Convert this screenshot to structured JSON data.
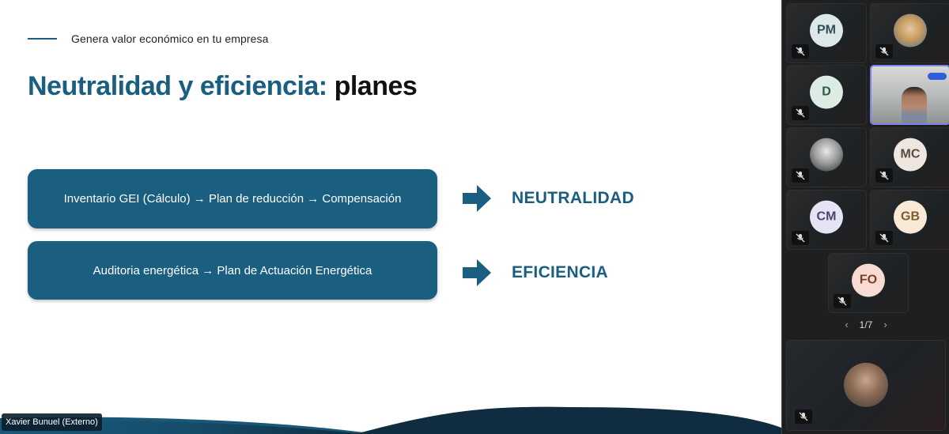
{
  "slide": {
    "kicker": "Genera valor económico en tu empresa",
    "title_accent": "Neutralidad y eficiencia:",
    "title_dark": "planes",
    "plans": [
      {
        "text": "Inventario GEI (Cálculo) → Plan de reducción → Compensación",
        "result": "NEUTRALIDAD"
      },
      {
        "text": "Auditoria energética → Plan de Actuación Energética",
        "result": "EFICIENCIA"
      }
    ],
    "colors": {
      "accent": "#1a5e80",
      "dark_wave": "#122f42",
      "text": "#111111"
    }
  },
  "speaker": {
    "name": "Xavier Bunuel (Externo)"
  },
  "gallery": {
    "participants": [
      {
        "initials": "PM",
        "type": "initials",
        "bg": "#dce8ea",
        "fg": "#2f4f55",
        "muted": true
      },
      {
        "initials": "",
        "type": "photo",
        "muted": true
      },
      {
        "initials": "D",
        "type": "initials",
        "bg": "#dcebe4",
        "fg": "#2e5744",
        "muted": true
      },
      {
        "initials": "",
        "type": "video",
        "muted": false,
        "active": true
      },
      {
        "initials": "",
        "type": "photo-bw",
        "muted": true
      },
      {
        "initials": "MC",
        "type": "initials",
        "bg": "#efe6df",
        "fg": "#5a4a40",
        "muted": true
      },
      {
        "initials": "CM",
        "type": "initials",
        "bg": "#e6e3f5",
        "fg": "#4a4470",
        "muted": true
      },
      {
        "initials": "GB",
        "type": "initials",
        "bg": "#fae9d6",
        "fg": "#7a5a30",
        "muted": true
      },
      {
        "initials": "FO",
        "type": "initials",
        "bg": "#f8dcd3",
        "fg": "#7a3a2e",
        "muted": true
      }
    ],
    "pager": {
      "prev": "‹",
      "label": "1/7",
      "next": "›"
    },
    "self_view": {
      "type": "photo",
      "muted": true
    }
  },
  "icons": {
    "mute": "mic-off-icon",
    "arrow": "right-arrow-icon"
  }
}
